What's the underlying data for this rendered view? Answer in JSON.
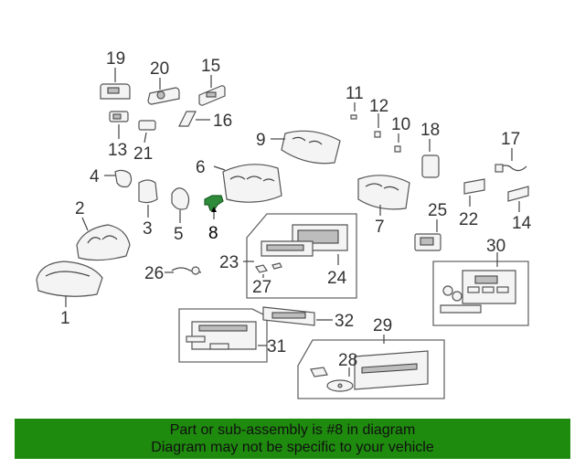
{
  "diagram": {
    "highlighted_part": "8",
    "callouts": [
      "1",
      "2",
      "3",
      "4",
      "5",
      "6",
      "7",
      "8",
      "9",
      "10",
      "11",
      "12",
      "13",
      "14",
      "15",
      "16",
      "17",
      "18",
      "19",
      "20",
      "21",
      "22",
      "23",
      "24",
      "25",
      "26",
      "27",
      "28",
      "29",
      "30",
      "31",
      "32"
    ]
  },
  "banner": {
    "line1": "Part or sub-assembly is #8 in diagram",
    "line2": "Diagram may not be specific to your vehicle",
    "color": "#1e8a0e"
  }
}
